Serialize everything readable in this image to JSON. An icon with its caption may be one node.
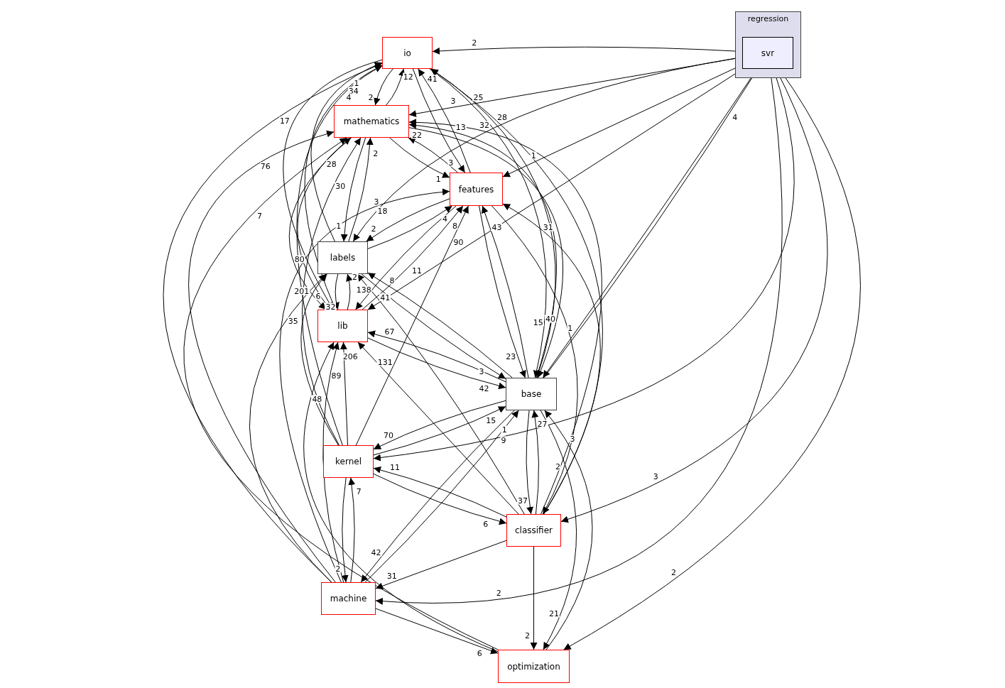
{
  "diagram": {
    "nodes": [
      {
        "text": [
          "regression"
        ]
      },
      {
        "text": [
          "svr"
        ],
        "in": 0
      },
      {
        "text": [
          "io"
        ]
      },
      {
        "text": [
          "mathematics"
        ]
      },
      {
        "text": [
          "features"
        ]
      },
      {
        "text": [
          "labels"
        ]
      },
      {
        "text": [
          "lib"
        ]
      },
      {
        "text": [
          "base"
        ]
      },
      {
        "text": [
          "kernel"
        ]
      },
      {
        "text": [
          "classifier"
        ]
      },
      {
        "text": [
          "machine"
        ]
      },
      {
        "text": [
          "optimization"
        ]
      }
    ],
    "edges": [
      {
        "from": 1,
        "to": 2,
        "arrow": "to",
        "label": "2"
      },
      {
        "from": 1,
        "to": 3,
        "arrow": "to",
        "label": "3"
      },
      {
        "from": 1,
        "to": 4,
        "arrow": "to",
        "label": "1"
      },
      {
        "from": 1,
        "to": 5,
        "arrow": "to",
        "label": "3"
      },
      {
        "from": 1,
        "to": 6,
        "arrow": "to",
        "label": "11"
      },
      {
        "from": 1,
        "to": 7,
        "arrow": "to",
        "label": "1"
      },
      {
        "from": 1,
        "to": 8,
        "arrow": "to",
        "label": "1"
      },
      {
        "from": 1,
        "to": 9,
        "arrow": "to",
        "label": "3"
      },
      {
        "from": 1,
        "to": 10,
        "arrow": "to",
        "label": "2"
      },
      {
        "from": 1,
        "to": 11,
        "arrow": "to",
        "label": "2"
      },
      {
        "from": 7,
        "to": 1,
        "arrow": "to",
        "label": "4"
      },
      {
        "from": 3,
        "to": 2,
        "arrow": "to",
        "label": "12"
      },
      {
        "from": 2,
        "to": 3,
        "arrow": "to",
        "label": "2"
      },
      {
        "from": 4,
        "to": 2,
        "arrow": "to",
        "label": "41"
      },
      {
        "from": 2,
        "to": 4,
        "arrow": "to",
        "label": "3"
      },
      {
        "from": 3,
        "to": 4,
        "arrow": "to",
        "label": "1"
      },
      {
        "from": 4,
        "to": 3,
        "arrow": "to",
        "label": "22"
      },
      {
        "from": 5,
        "to": 2,
        "arrow": "to",
        "label": "1"
      },
      {
        "from": 5,
        "to": 3,
        "arrow": "to",
        "label": "2"
      },
      {
        "from": 3,
        "to": 5,
        "arrow": "to",
        "label": "1"
      },
      {
        "from": 5,
        "to": 4,
        "arrow": "to",
        "label": "4"
      },
      {
        "from": 4,
        "to": 5,
        "arrow": "to",
        "label": "2"
      },
      {
        "from": 5,
        "to": 6,
        "arrow": "to",
        "label": "32"
      },
      {
        "from": 6,
        "to": 5,
        "arrow": "to",
        "label": "2"
      },
      {
        "from": 5,
        "to": 7,
        "arrow": "to",
        "label": "3"
      },
      {
        "from": 7,
        "to": 5,
        "arrow": "to",
        "label": "8"
      },
      {
        "from": 6,
        "to": 2,
        "arrow": "to",
        "label": "34"
      },
      {
        "from": 6,
        "to": 3,
        "arrow": "to",
        "label": "28"
      },
      {
        "from": 6,
        "to": 4,
        "arrow": "to",
        "label": "8"
      },
      {
        "from": 4,
        "to": 6,
        "arrow": "to",
        "label": "138"
      },
      {
        "from": 6,
        "to": 7,
        "arrow": "to",
        "label": "42"
      },
      {
        "from": 7,
        "to": 6,
        "arrow": "to",
        "label": "67"
      },
      {
        "from": 7,
        "to": 2,
        "arrow": "to",
        "label": "25"
      },
      {
        "from": 7,
        "to": 3,
        "arrow": "to",
        "label": "13"
      },
      {
        "from": 3,
        "to": 7,
        "arrow": "to",
        "label": "40"
      },
      {
        "from": 2,
        "to": 7,
        "arrow": "to",
        "label": "15"
      },
      {
        "from": 4,
        "to": 7,
        "arrow": "to",
        "label": "23"
      },
      {
        "from": 7,
        "to": 4,
        "arrow": "to",
        "label": "43"
      },
      {
        "from": 7,
        "to": 8,
        "arrow": "to",
        "label": "70"
      },
      {
        "from": 8,
        "to": 7,
        "arrow": "to",
        "label": "15"
      },
      {
        "from": 7,
        "to": 10,
        "arrow": "to",
        "label": "42"
      },
      {
        "from": 10,
        "to": 7,
        "arrow": "to",
        "label": "9"
      },
      {
        "from": 7,
        "to": 9,
        "arrow": "to",
        "label": "37"
      },
      {
        "from": 9,
        "to": 7,
        "arrow": "to",
        "label": "27"
      },
      {
        "from": 7,
        "to": 11,
        "arrow": "to",
        "label": "21"
      },
      {
        "from": 11,
        "to": 7,
        "arrow": "to",
        "label": "3"
      },
      {
        "from": 8,
        "to": 2,
        "arrow": "to",
        "label": "4"
      },
      {
        "from": 8,
        "to": 3,
        "arrow": "to",
        "label": "30"
      },
      {
        "from": 8,
        "to": 4,
        "arrow": "to",
        "label": "90"
      },
      {
        "from": 8,
        "to": 6,
        "arrow": "to",
        "label": "206"
      },
      {
        "from": 8,
        "to": 5,
        "arrow": "to",
        "label": "6"
      },
      {
        "from": 8,
        "to": 10,
        "arrow": "to",
        "label": "2"
      },
      {
        "from": 10,
        "to": 8,
        "arrow": "to",
        "label": "7"
      },
      {
        "from": 8,
        "to": 9,
        "arrow": "to",
        "label": "6"
      },
      {
        "from": 9,
        "to": 8,
        "arrow": "to",
        "label": "11"
      },
      {
        "from": 9,
        "to": 2,
        "arrow": "to",
        "label": "28"
      },
      {
        "from": 9,
        "to": 3,
        "arrow": "to",
        "label": "32"
      },
      {
        "from": 9,
        "to": 4,
        "arrow": "to",
        "label": "31"
      },
      {
        "from": 9,
        "to": 5,
        "arrow": "to",
        "label": "41"
      },
      {
        "from": 9,
        "to": 6,
        "arrow": "to",
        "label": "131"
      },
      {
        "from": 9,
        "to": 10,
        "arrow": "to",
        "label": "31"
      },
      {
        "from": 9,
        "to": 11,
        "arrow": "to",
        "label": "2"
      },
      {
        "from": 10,
        "to": 2,
        "arrow": "to",
        "label": "17"
      },
      {
        "from": 10,
        "to": 3,
        "arrow": "to",
        "label": "76"
      },
      {
        "from": 10,
        "to": 4,
        "arrow": "to",
        "label": "18"
      },
      {
        "from": 10,
        "to": 5,
        "arrow": "to",
        "label": "35"
      },
      {
        "from": 10,
        "to": 6,
        "arrow": "to",
        "label": "89"
      },
      {
        "from": 10,
        "to": 11,
        "arrow": "to",
        "label": "6"
      },
      {
        "from": 11,
        "to": 3,
        "arrow": "to",
        "label": "7"
      },
      {
        "from": 11,
        "to": 6,
        "arrow": "to",
        "label": "48"
      },
      {
        "from": 2,
        "to": 6,
        "arrow": "to",
        "label": "80"
      },
      {
        "from": 3,
        "to": 6,
        "arrow": "to",
        "label": "201"
      },
      {
        "from": 4,
        "to": 9,
        "arrow": "to",
        "label": "2"
      }
    ]
  }
}
